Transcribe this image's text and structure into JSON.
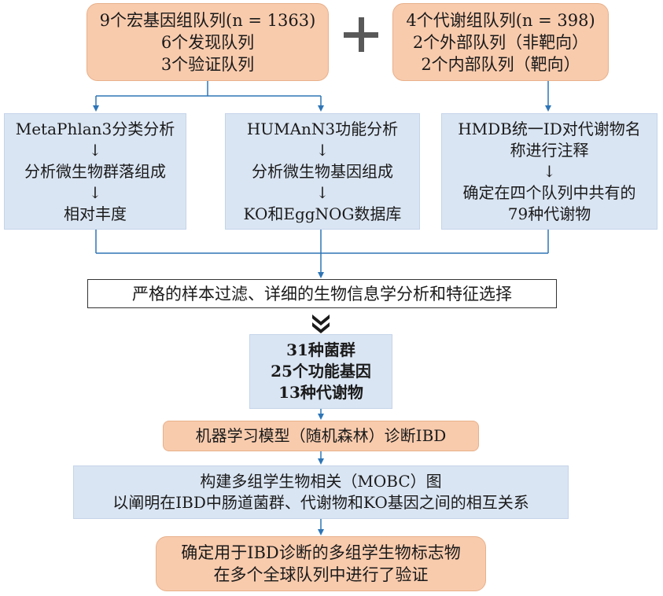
{
  "top": {
    "left": [
      "9个宏基因组队列(n = 1363)",
      "6个发现队列",
      "3个验证队列"
    ],
    "plus": "+",
    "right": [
      "4个代谢组队列(n = 398)",
      "2个外部队列（非靶向）",
      "2个内部队列（靶向）"
    ]
  },
  "analysis": {
    "col1": [
      "MetaPhlan3分类分析",
      "↓",
      "分析微生物群落组成",
      "↓",
      "相对丰度"
    ],
    "col2": [
      "HUMAnN3功能分析",
      "↓",
      "分析微生物基因组成",
      "↓",
      "KO和EggNOG数据库"
    ],
    "col3": [
      "HMDB统一ID对代谢物名",
      "称进行注释",
      "↓",
      "确定在四个队列中共有的",
      "79种代谢物"
    ]
  },
  "filter": "严格的样本过滤、详细的生物信息学分析和特征选择",
  "features": [
    "31种菌群",
    "25个功能基因",
    "13种代谢物"
  ],
  "model": "机器学习模型（随机森林）诊断IBD",
  "mobc": [
    "构建多组学生物相关（MOBC）图",
    "以阐明在IBD中肠道菌群、代谢物和KO基因之间的相互关系"
  ],
  "final": [
    "确定用于IBD诊断的多组学生物标志物",
    "在多个全球队列中进行了验证"
  ],
  "colors": {
    "orange": "#f8cbad",
    "blue": "#dae5f3",
    "connector": "#2e75b6",
    "plus": "#595959"
  }
}
